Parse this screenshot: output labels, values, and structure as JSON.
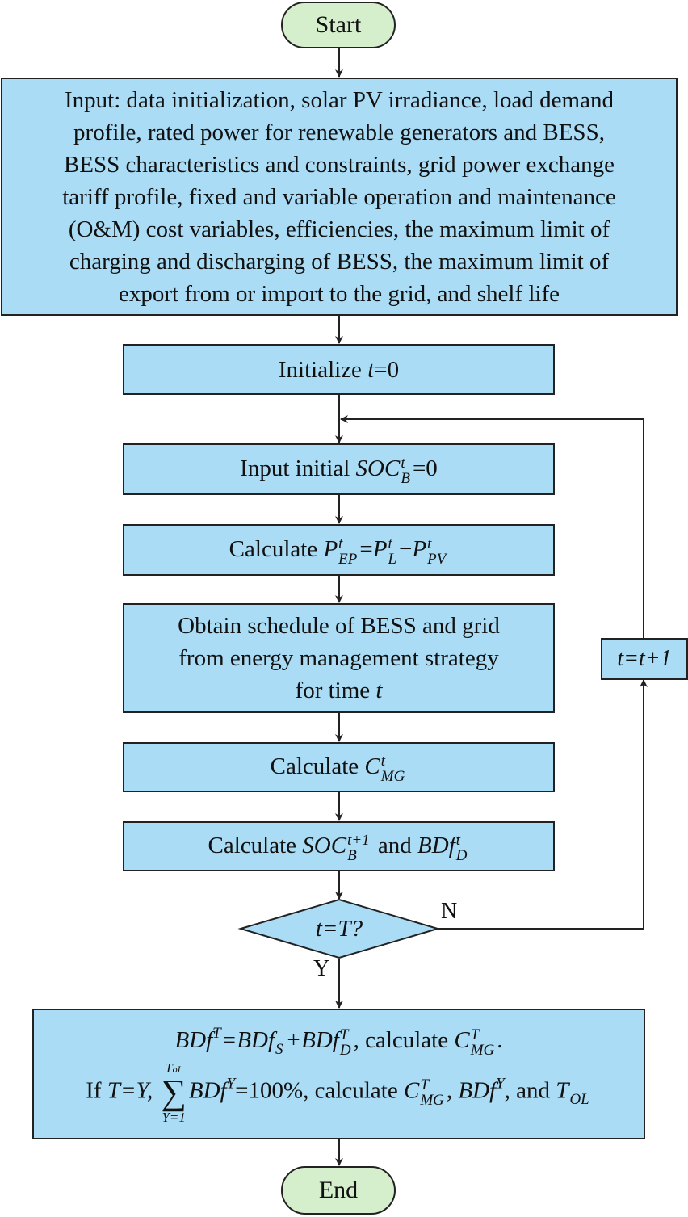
{
  "start": "Start",
  "end": "End",
  "input_lines": [
    "Input: data initialization, solar PV irradiance, load demand",
    "profile, rated power for renewable generators and BESS,",
    "BESS characteristics and constraints, grid power exchange",
    "tariff profile, fixed and variable operation and maintenance",
    "(O&M) cost variables, efficiencies, the maximum limit of",
    "charging and discharging of BESS, the maximum limit of",
    "export from or import to the grid, and shelf life"
  ],
  "init": {
    "prefix": "Initialize ",
    "var": "t",
    "suffix": "=0"
  },
  "soc_input": {
    "prefix": "Input initial ",
    "var": "SOC",
    "sup": "t",
    "sub": "B",
    "suffix": "=0"
  },
  "calc_p": {
    "prefix": "Calculate ",
    "p": "P",
    "sup1": "t",
    "sub1": "EP",
    "eq": "=",
    "sup2": "t",
    "sub2": "L",
    "minus": "−",
    "sup3": "t",
    "sub3": "PV"
  },
  "schedule_lines": [
    "Obtain schedule of BESS and grid",
    "from energy management strategy",
    "for time "
  ],
  "schedule_var": "t",
  "calc_c": {
    "prefix": "Calculate ",
    "var": "C",
    "sup": "t",
    "sub": "MG"
  },
  "calc_soc": {
    "prefix": "Calculate ",
    "soc": "SOC",
    "soc_sup": "t+1",
    "soc_sub": "B",
    "and": " and ",
    "bdf": "BDf",
    "bdf_sup": "t",
    "bdf_sub": "D"
  },
  "decision": "t=T?",
  "loop_update": "t=t+1",
  "label_n": "N",
  "label_y": "Y",
  "final": {
    "line1_a": "BDf",
    "line1_a_sup": "T",
    "line1_b": "=BDf",
    "line1_b_sub": "S",
    "line1_c": "+BDf",
    "line1_c_sup": "T",
    "line1_c_sub": "D",
    "line1_d": ", calculate ",
    "line1_e": "C",
    "line1_e_sup": "T",
    "line1_e_sub": "MG",
    "line1_f": ".",
    "line2_a": "If ",
    "line2_b": "T=Y, ",
    "sum_top": "T",
    "sum_top_sub": "oL",
    "sum_sym": "∑",
    "sum_bot": "Y=1",
    "line2_c": "BDf",
    "line2_c_sup": "Y",
    "line2_d": "=100%, calculate ",
    "line2_e": "C",
    "line2_e_sup": "T",
    "line2_e_sub": "MG",
    "line2_f": ", ",
    "line2_g": "BDf",
    "line2_g_sup": "Y",
    "line2_h": ", and ",
    "line2_i": "T",
    "line2_i_sub": "OL"
  }
}
